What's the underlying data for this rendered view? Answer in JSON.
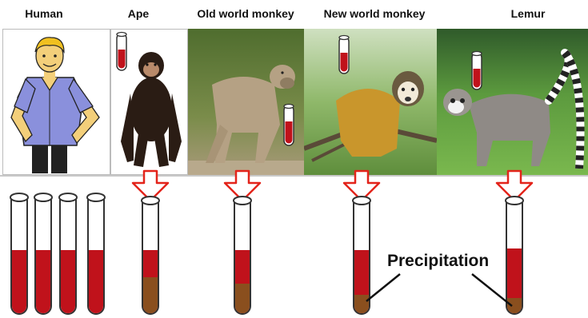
{
  "header": {
    "labels": [
      "Human",
      "Ape",
      "Old world monkey",
      "New world monkey",
      "Lemur"
    ]
  },
  "annotation": {
    "precipitation": "Precipitation"
  },
  "colors": {
    "blood": "#c0121b",
    "precipitate": "#8a4f1e",
    "arrow": "#e3241b",
    "tube_outline": "#333333"
  },
  "icons": {
    "arrow": "down-arrow-icon",
    "tube": "test-tube-icon"
  }
}
